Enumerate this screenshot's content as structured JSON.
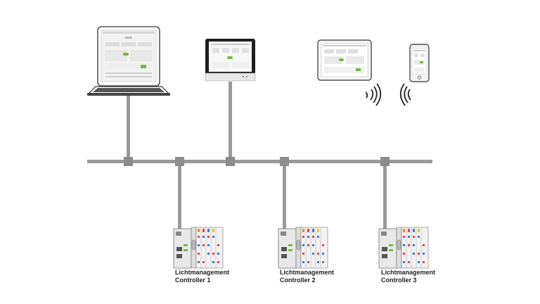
{
  "colors": {
    "bus": "#9a9a9a",
    "connector": "#8c8c8c",
    "device_outline": "#333333",
    "screen_light": "#f2f2f2",
    "screen_dark": "#1f1f1f",
    "accent_green": "#7ab648",
    "controller_body": "#e6e6e6",
    "label_text": "#222222"
  },
  "devices": [
    {
      "id": "laptop",
      "icon": "laptop-icon"
    },
    {
      "id": "touch-panel",
      "icon": "touch-panel-icon"
    },
    {
      "id": "tablet",
      "icon": "tablet-icon",
      "wireless": true
    },
    {
      "id": "smartphone",
      "icon": "smartphone-icon",
      "wireless": true
    }
  ],
  "controllers": [
    {
      "icon": "plc-controller-icon",
      "label_line1": "Lichtmanagement",
      "label_line2": "Controller 1"
    },
    {
      "icon": "plc-controller-icon",
      "label_line1": "Lichtmanagement",
      "label_line2": "Controller 2"
    },
    {
      "icon": "plc-controller-icon",
      "label_line1": "Lichtmanagement",
      "label_line2": "Controller 3"
    }
  ]
}
